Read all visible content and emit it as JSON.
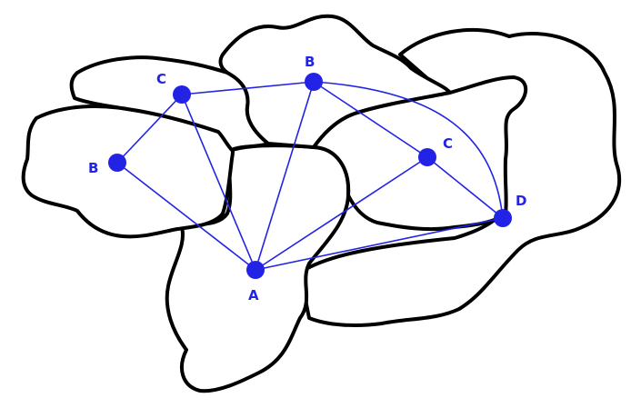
{
  "diagram": {
    "accent_color": "#2323e6",
    "outline_color": "#000000",
    "vertices": [
      {
        "id": "c_top_left",
        "label": "C"
      },
      {
        "id": "b_top",
        "label": "B"
      },
      {
        "id": "b_left",
        "label": "B"
      },
      {
        "id": "c_right",
        "label": "C"
      },
      {
        "id": "d_right",
        "label": "D"
      },
      {
        "id": "a_bottom",
        "label": "A"
      }
    ],
    "edges": [
      [
        "c_top_left",
        "b_top"
      ],
      [
        "c_top_left",
        "b_left"
      ],
      [
        "c_top_left",
        "a_bottom"
      ],
      [
        "b_left",
        "a_bottom"
      ],
      [
        "b_top",
        "a_bottom"
      ],
      [
        "b_top",
        "c_right"
      ],
      [
        "b_top",
        "d_right"
      ],
      [
        "c_right",
        "a_bottom"
      ],
      [
        "c_right",
        "d_right"
      ],
      [
        "a_bottom",
        "d_right"
      ]
    ]
  }
}
